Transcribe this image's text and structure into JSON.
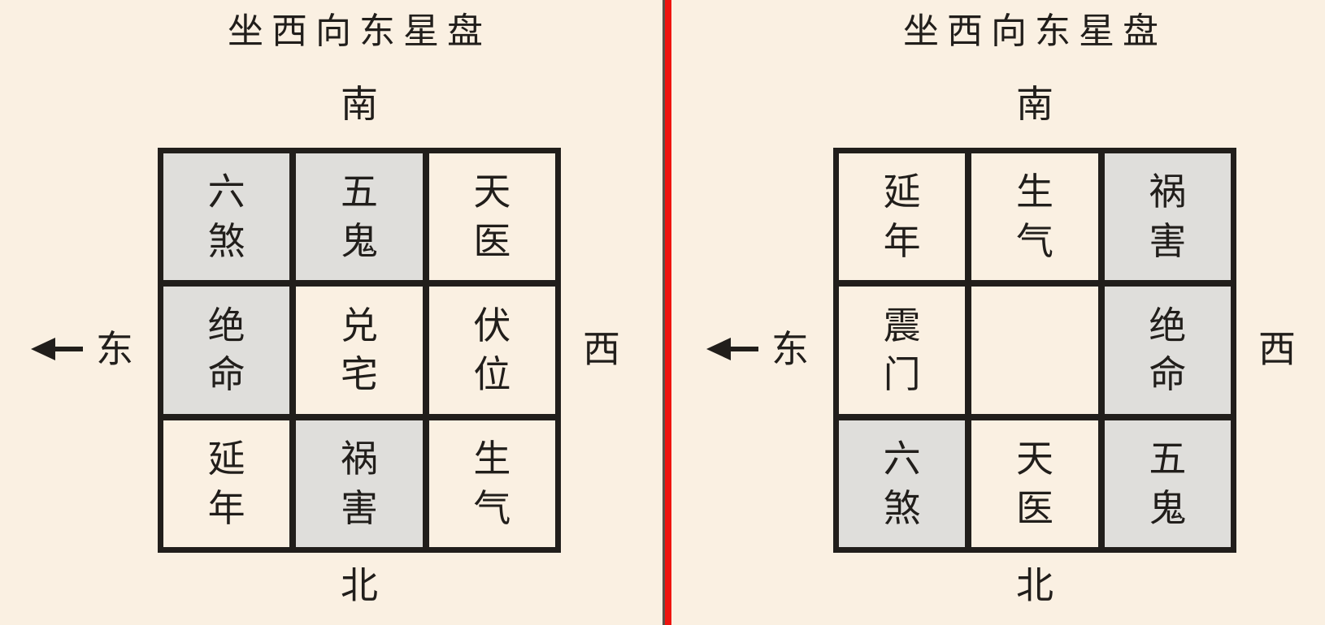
{
  "colors": {
    "background": "#faf0e2",
    "cell_shaded": "#dfdedb",
    "line_black": "#211e1b",
    "divider_red": "#ee1410",
    "divider_edge": "#5a524b",
    "text": "#211e1b"
  },
  "panels": [
    {
      "title": "坐西向东星盘",
      "compass": {
        "top": "南",
        "bottom": "北",
        "left": "东",
        "right": "西"
      },
      "grid": {
        "rows": [
          [
            {
              "text": "六煞",
              "shaded": true
            },
            {
              "text": "五鬼",
              "shaded": true
            },
            {
              "text": "天医",
              "shaded": false
            }
          ],
          [
            {
              "text": "绝命",
              "shaded": true
            },
            {
              "text": "兑宅",
              "shaded": false
            },
            {
              "text": "伏位",
              "shaded": false
            }
          ],
          [
            {
              "text": "延年",
              "shaded": false
            },
            {
              "text": "祸害",
              "shaded": true
            },
            {
              "text": "生气",
              "shaded": false
            }
          ]
        ]
      }
    },
    {
      "title": "坐西向东星盘",
      "compass": {
        "top": "南",
        "bottom": "北",
        "left": "东",
        "right": "西"
      },
      "grid": {
        "rows": [
          [
            {
              "text": "延年",
              "shaded": false
            },
            {
              "text": "生气",
              "shaded": false
            },
            {
              "text": "祸害",
              "shaded": true
            }
          ],
          [
            {
              "text": "震门",
              "shaded": false
            },
            {
              "text": "",
              "shaded": false
            },
            {
              "text": "绝命",
              "shaded": true
            }
          ],
          [
            {
              "text": "六煞",
              "shaded": true
            },
            {
              "text": "天医",
              "shaded": false
            },
            {
              "text": "五鬼",
              "shaded": true
            }
          ]
        ]
      }
    }
  ]
}
